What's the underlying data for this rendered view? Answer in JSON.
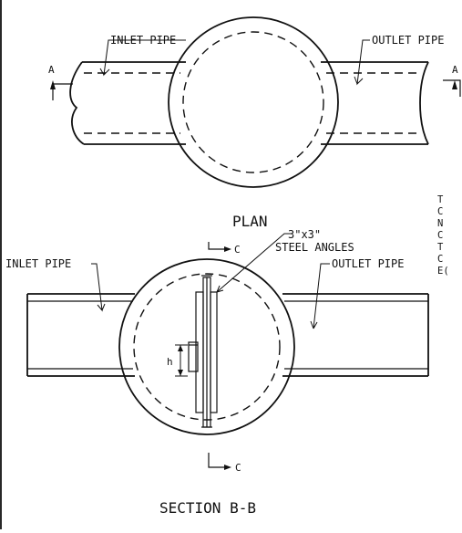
{
  "plan": {
    "inlet_label": "INLET PIPE",
    "outlet_label": "OUTLET PIPE",
    "section_mark_left": "A",
    "section_mark_right": "A",
    "title": "PLAN"
  },
  "section": {
    "inlet_label": "INLET PIPE",
    "outlet_label": "OUTLET PIPE",
    "angles_label_line1": "3\"x3\"",
    "angles_label_line2": "STEEL ANGLES",
    "cut_mark_top": "C",
    "cut_mark_bottom": "C",
    "height_label": "h",
    "title": "SECTION B-B"
  },
  "edge_letters": [
    "T",
    "C",
    "N",
    "C",
    "T",
    "C",
    "E("
  ]
}
